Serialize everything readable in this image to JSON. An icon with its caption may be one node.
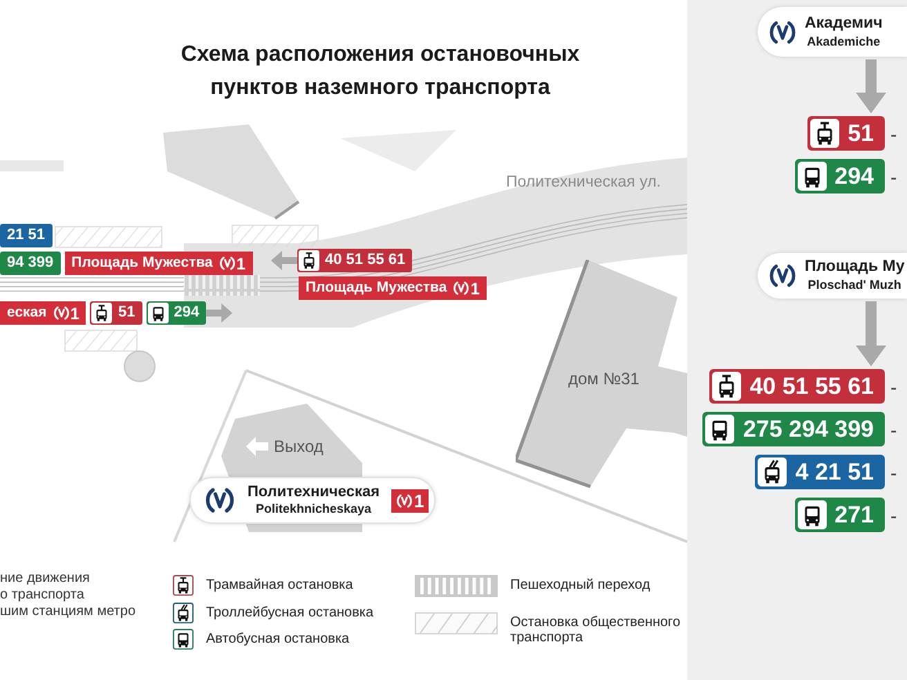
{
  "diagram": {
    "title": "Схема расположения остановочных пунктов наземного транспорта",
    "nodes": [
      {
        "text": [
          "21 51"
        ]
      },
      {
        "text": [
          "94 399"
        ]
      },
      {
        "text": [
          "Площадь Мужества",
          "1"
        ]
      },
      {
        "text": [
          "40 51 55 61"
        ]
      },
      {
        "text": [
          "Площадь Мужества",
          "1"
        ]
      },
      {
        "text": [
          "еская",
          "1"
        ]
      },
      {
        "text": [
          "51"
        ]
      },
      {
        "text": [
          "294"
        ]
      },
      {
        "text": [
          "дом №31"
        ]
      },
      {
        "text": [
          "Выход"
        ]
      },
      {
        "text": [
          "Политехническая",
          "Politekhnicheskaya"
        ]
      },
      {
        "text": [
          "1"
        ],
        "in": 10
      },
      {
        "text": [
          "Академич",
          "Akademiche"
        ]
      },
      {
        "text": [
          "51"
        ],
        "beside": [
          "-"
        ]
      },
      {
        "text": [
          "294"
        ],
        "beside": [
          "-"
        ]
      },
      {
        "text": [
          "Площадь Му",
          "Ploschad' Muzh"
        ]
      },
      {
        "text": [
          "40 51 55 61"
        ],
        "beside": [
          "-"
        ]
      },
      {
        "text": [
          "275 294 399"
        ],
        "beside": [
          "-"
        ]
      },
      {
        "text": [
          "4 21 51"
        ],
        "beside": [
          "-"
        ]
      },
      {
        "text": [
          "271"
        ],
        "beside": [
          "-"
        ]
      }
    ],
    "edges": [
      {
        "from": 12,
        "to": 13,
        "arrow": "to",
        "style": "thick"
      },
      {
        "from": 15,
        "to": 16,
        "arrow": "to",
        "style": "thick"
      },
      {
        "from": 3,
        "to": null,
        "arrow": "to",
        "style": "thick"
      },
      {
        "from": 7,
        "to": null,
        "arrow": "to",
        "style": "thick"
      }
    ],
    "labels": [
      "Политехническая ул.",
      "ние движения",
      "о транспорта",
      "шим станциям метро"
    ],
    "legend": [
      {
        "text": "Трамвайная остановка"
      },
      {
        "text": "Троллейбусная остановка"
      },
      {
        "text": "Автобусная остановка"
      },
      {
        "text": "Пешеходный переход"
      },
      {
        "text": "Остановка общественного транспорта"
      }
    ]
  }
}
